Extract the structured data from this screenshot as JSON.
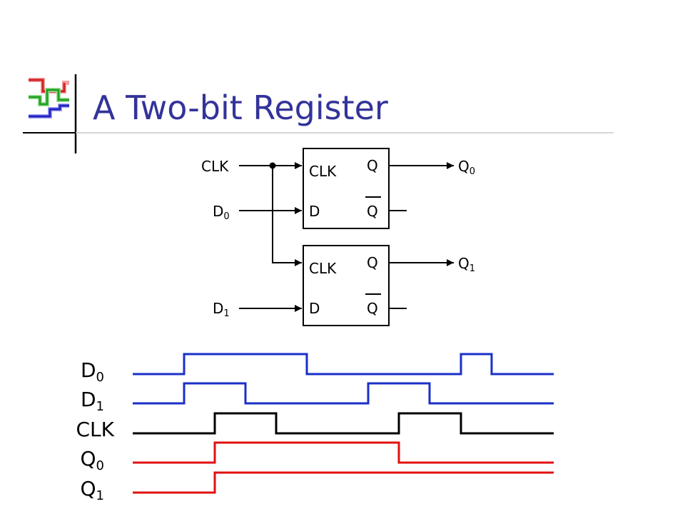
{
  "slide": {
    "title": "A Two-bit Register"
  },
  "circuit": {
    "inputs": {
      "clk": "CLK",
      "d0": {
        "base": "D",
        "sub": "0"
      },
      "d1": {
        "base": "D",
        "sub": "1"
      }
    },
    "outputs": {
      "q0": {
        "base": "Q",
        "sub": "0"
      },
      "q1": {
        "base": "Q",
        "sub": "1"
      }
    },
    "flipflops": [
      {
        "clk_pin": "CLK",
        "d_pin": "D",
        "q_pin": "Q",
        "qbar_pin": "Q"
      },
      {
        "clk_pin": "CLK",
        "d_pin": "D",
        "q_pin": "Q",
        "qbar_pin": "Q"
      }
    ]
  },
  "timing": {
    "signals": [
      {
        "name": "D",
        "sub": "0",
        "color": "#1a2fc8",
        "levels": [
          0,
          1,
          1,
          0,
          0,
          1,
          0
        ]
      },
      {
        "name": "D",
        "sub": "1",
        "color": "#1a2fc8",
        "levels": [
          0,
          1,
          0,
          0,
          1,
          0,
          0
        ]
      },
      {
        "name": "CLK",
        "sub": "",
        "color": "#000000",
        "levels": [
          0,
          1,
          0,
          0,
          1,
          0,
          0
        ]
      },
      {
        "name": "Q",
        "sub": "0",
        "color": "#e01010",
        "levels": [
          0,
          1,
          1,
          1,
          0,
          0,
          0
        ]
      },
      {
        "name": "Q",
        "sub": "1",
        "color": "#e01010",
        "levels": [
          0,
          1,
          1,
          1,
          1,
          1,
          1
        ]
      }
    ]
  }
}
